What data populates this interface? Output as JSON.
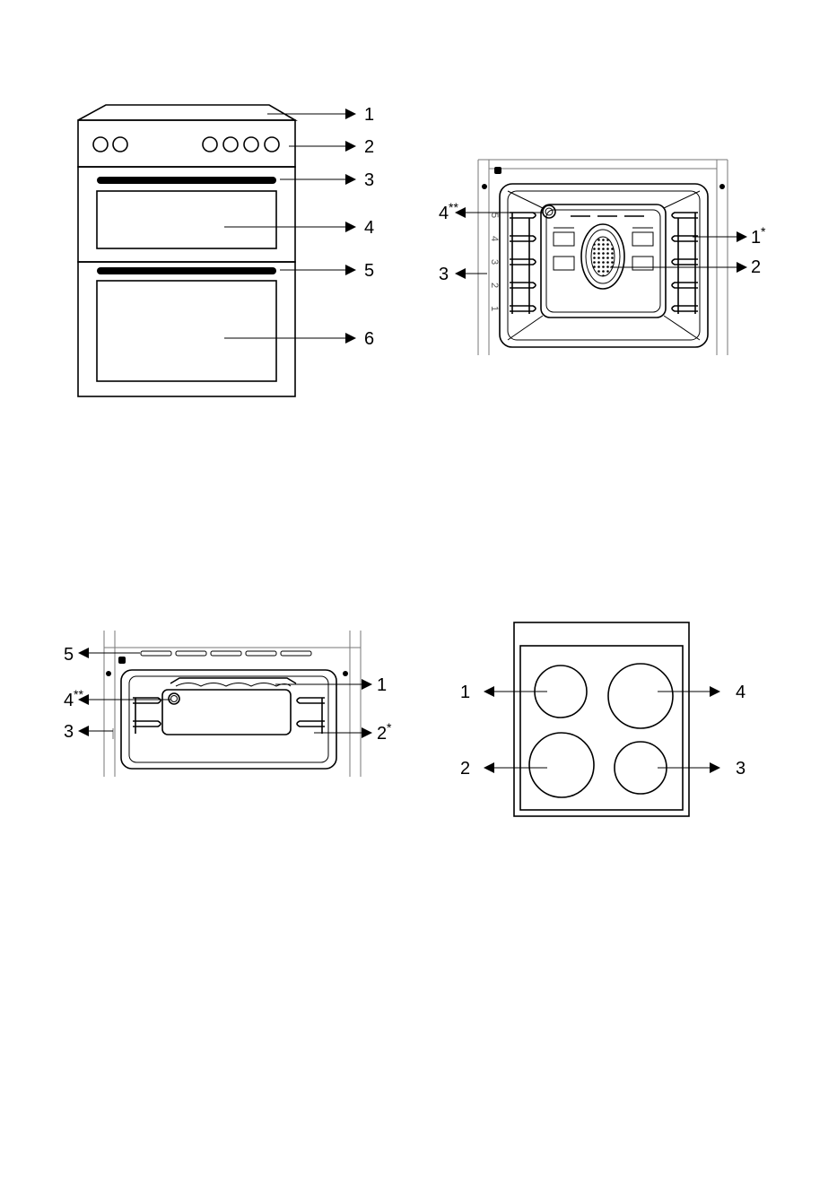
{
  "figures": {
    "cooker_front": {
      "labels": [
        "1",
        "2",
        "3",
        "4",
        "5",
        "6"
      ]
    },
    "main_oven": {
      "labels": {
        "l1": "1",
        "l1_sup": "*",
        "l2": "2",
        "l3": "3",
        "l4": "4",
        "l4_sup": "**"
      },
      "shelf_numbers": [
        "5",
        "4",
        "3",
        "2",
        "1"
      ]
    },
    "top_oven": {
      "labels": {
        "l1": "1",
        "l2": "2",
        "l2_sup": "*",
        "l3": "3",
        "l4": "4",
        "l4_sup": "**",
        "l5": "5"
      }
    },
    "hob": {
      "labels": [
        "1",
        "2",
        "3",
        "4"
      ]
    }
  }
}
